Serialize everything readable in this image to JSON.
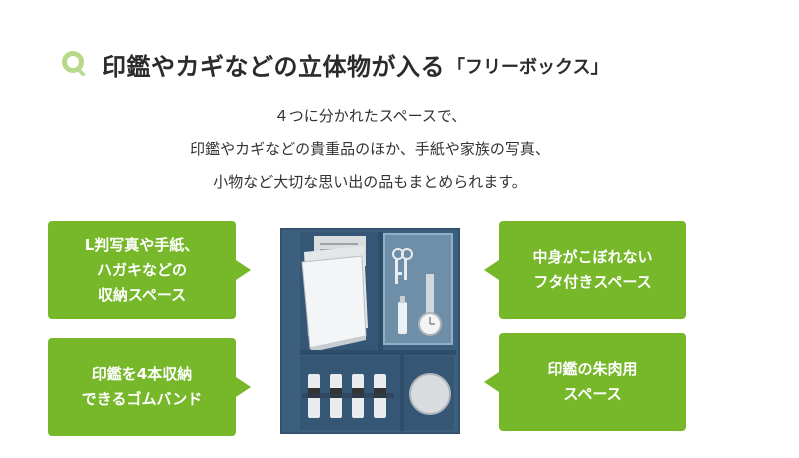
{
  "heading": {
    "main": "印鑑やカギなどの立体物が入る",
    "sub": "「フリーボックス」",
    "icon": "search-icon",
    "accent_color": "#76b82a"
  },
  "intro_lines": [
    "４つに分かれたスペースで、",
    "印鑑やカギなどの貴重品のほか、手紙や家族の写真、",
    "小物など大切な思い出の品もまとめられます。"
  ],
  "callouts": {
    "top_left": [
      "L判写真や手紙、",
      "ハガキなどの",
      "収納スペース"
    ],
    "bottom_left": [
      "印鑑を4本収納",
      "できるゴムバンド"
    ],
    "top_right": [
      "中身がこぼれない",
      "フタ付きスペース"
    ],
    "bottom_right": [
      "印鑑の朱肉用",
      "スペース"
    ]
  },
  "colors": {
    "callout_bg": "#76b82a",
    "box_navy": "#3d5f7e",
    "box_dark": "#2f4d69"
  }
}
